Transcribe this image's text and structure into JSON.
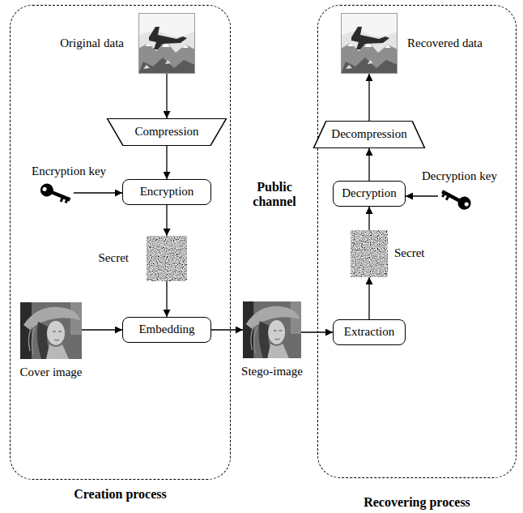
{
  "diagram": {
    "nodes": [
      {
        "text": [
          "Creation process"
        ]
      },
      {
        "text": [
          "Original data"
        ],
        "in": 0
      },
      {
        "text": [
          "Compression"
        ],
        "in": 0
      },
      {
        "text": [
          "Encryption key"
        ],
        "in": 0
      },
      {
        "text": [
          "Encryption"
        ],
        "in": 0
      },
      {
        "text": [
          "Secret"
        ],
        "in": 0
      },
      {
        "text": [
          "Cover image"
        ],
        "in": 0
      },
      {
        "text": [
          "Embedding"
        ],
        "in": 0
      },
      {
        "text": [
          "Stego-image"
        ]
      },
      {
        "text": [
          "Recovering process"
        ]
      },
      {
        "text": [
          "Recovered data"
        ],
        "in": 9
      },
      {
        "text": [
          "Decompression"
        ],
        "in": 9
      },
      {
        "text": [
          "Decryption key"
        ],
        "in": 9
      },
      {
        "text": [
          "Decryption"
        ],
        "in": 9
      },
      {
        "text": [
          "Secret"
        ],
        "in": 9
      },
      {
        "text": [
          "Extraction"
        ],
        "in": 9
      }
    ],
    "edges": [
      {
        "from": 1,
        "to": 2,
        "arrow": "to"
      },
      {
        "from": 2,
        "to": 4,
        "arrow": "to"
      },
      {
        "from": 3,
        "to": 4,
        "arrow": "to"
      },
      {
        "from": 4,
        "to": 5,
        "arrow": "to"
      },
      {
        "from": 5,
        "to": 7,
        "arrow": "to"
      },
      {
        "from": 6,
        "to": 7,
        "arrow": "to"
      },
      {
        "from": 7,
        "to": 8,
        "arrow": "to"
      },
      {
        "from": 8,
        "to": 15,
        "arrow": "to"
      },
      {
        "from": 15,
        "to": 14,
        "arrow": "to"
      },
      {
        "from": 14,
        "to": 13,
        "arrow": "to"
      },
      {
        "from": 12,
        "to": 13,
        "arrow": "to"
      },
      {
        "from": 13,
        "to": 11,
        "arrow": "to"
      },
      {
        "from": 11,
        "to": 10,
        "arrow": "to"
      }
    ],
    "labels": [
      "Public channel"
    ]
  }
}
